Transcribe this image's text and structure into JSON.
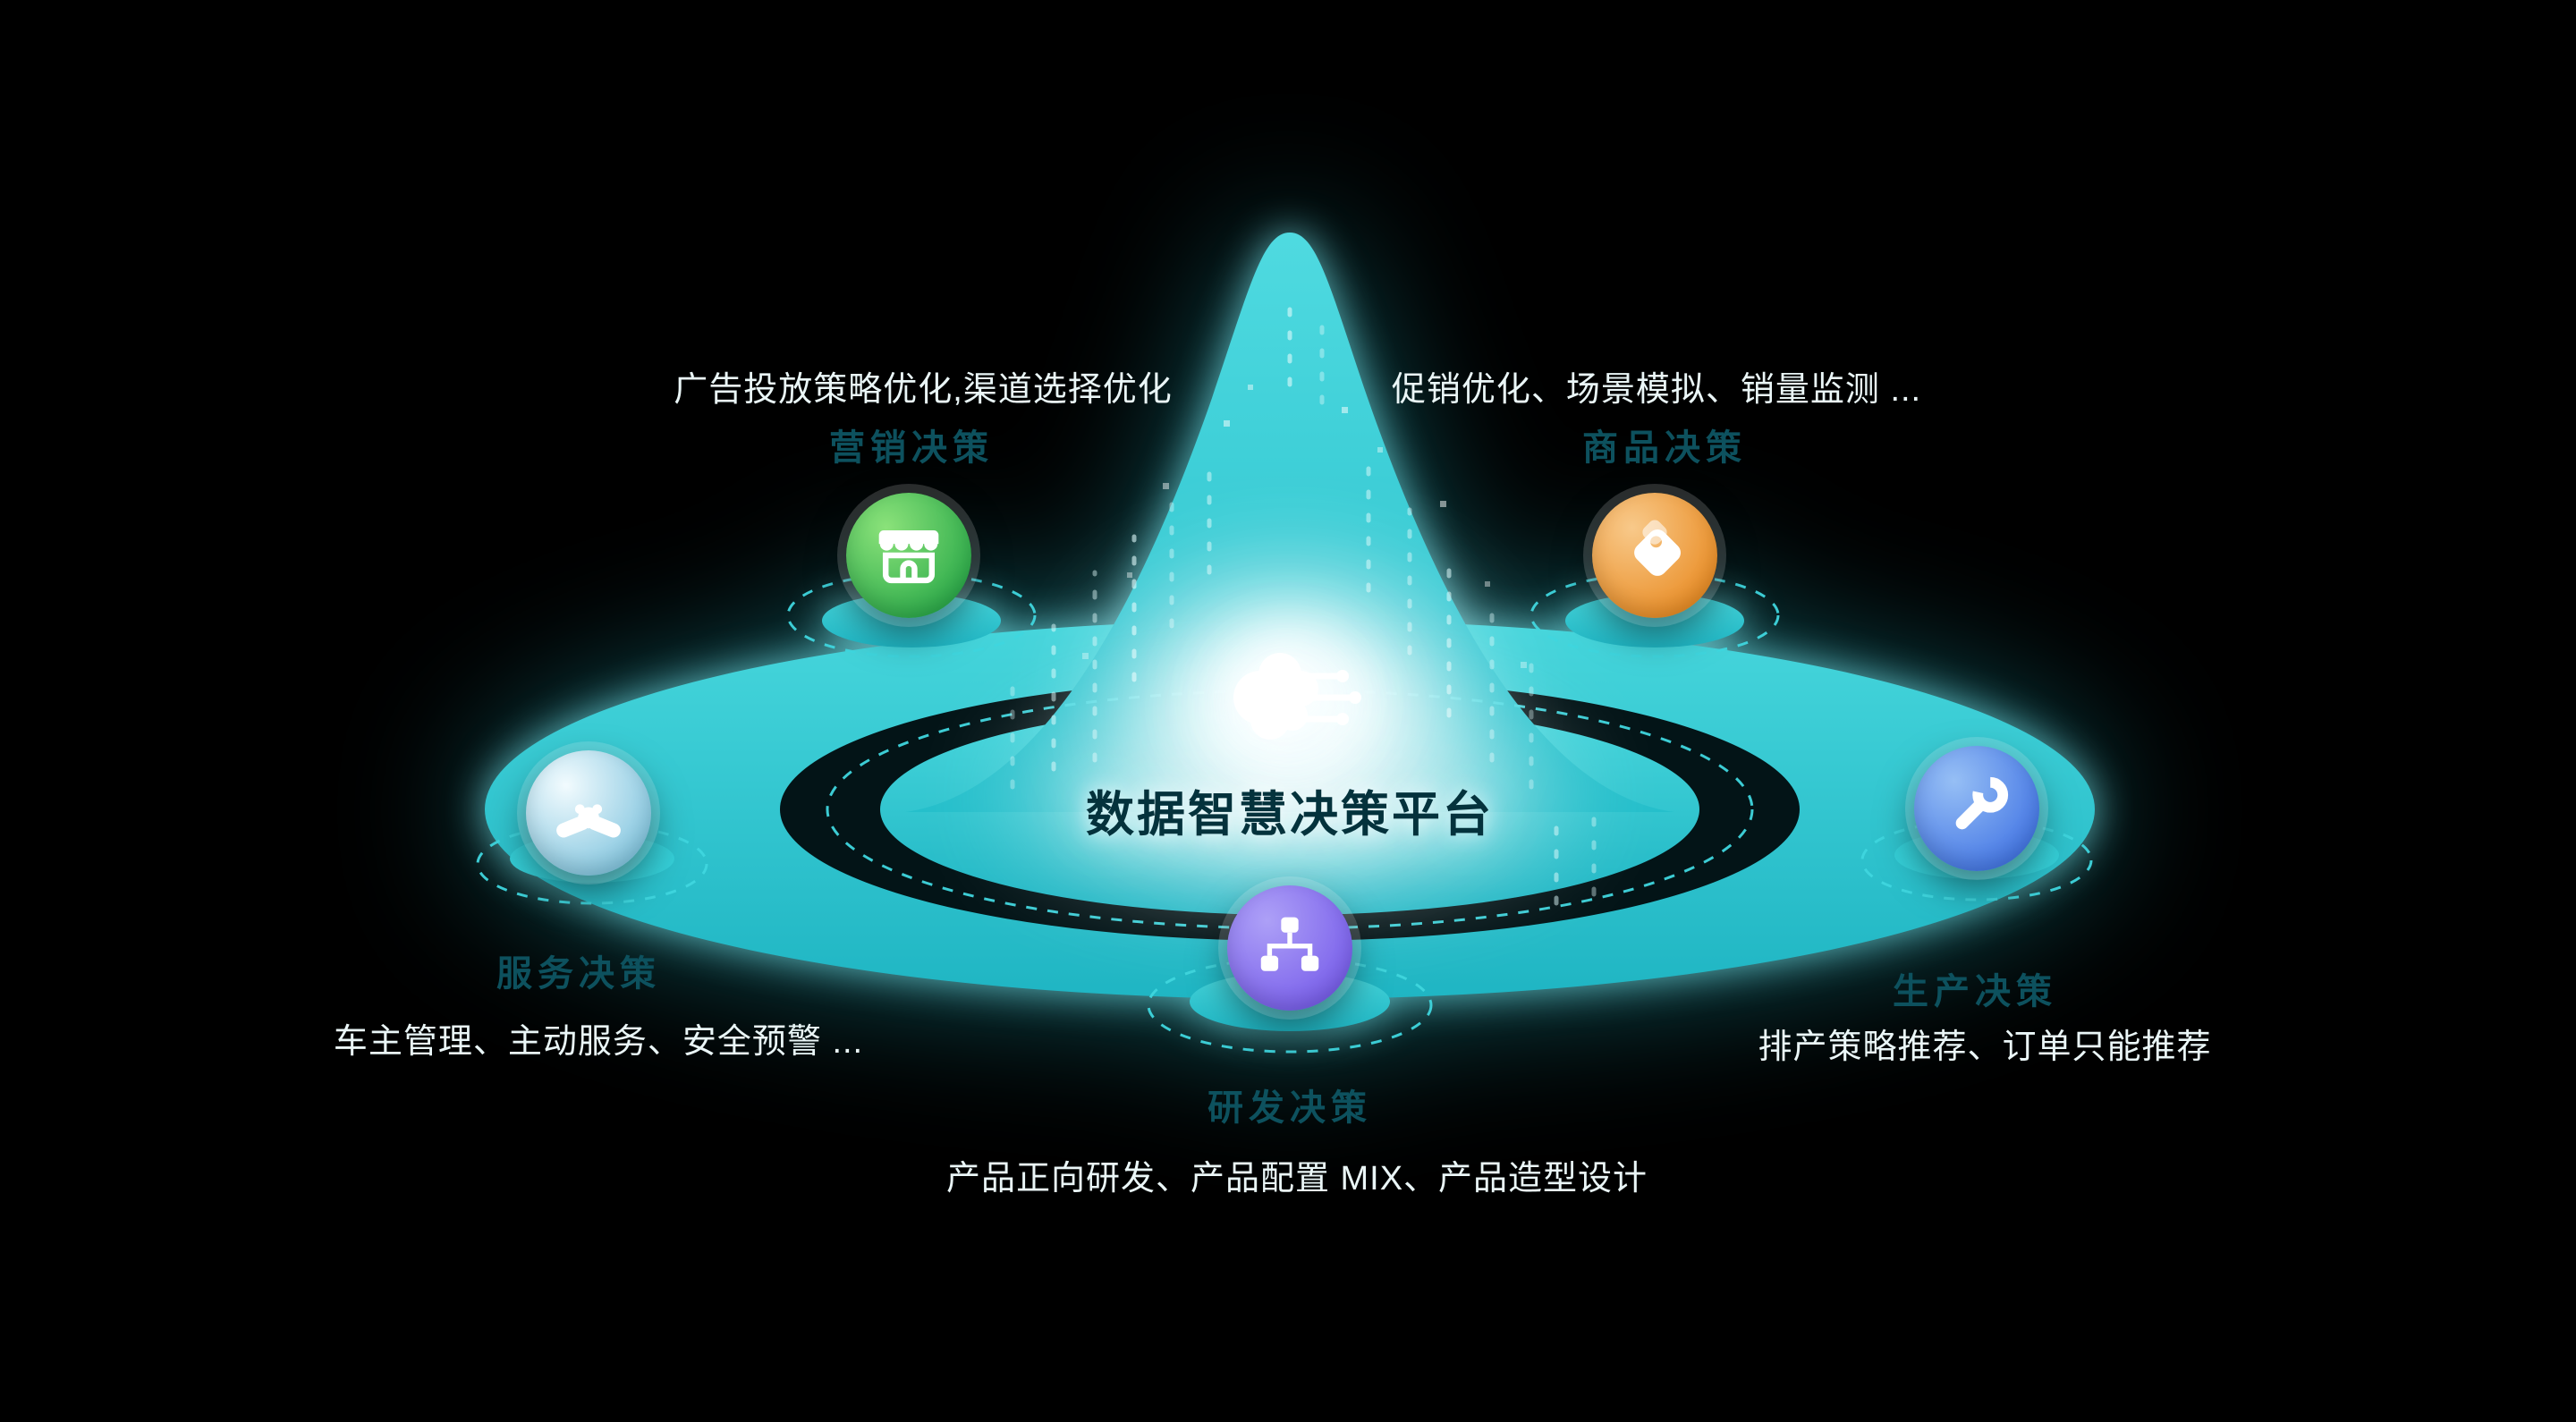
{
  "diagram": {
    "title": "数据智慧决策平台",
    "center_icon": "brain-circuit-icon",
    "background_color": "#000000",
    "platform_color": "#2CC5CF",
    "dashed_line_color": "#3FD6DE",
    "bright_text_color": "#EAF6F7",
    "dim_label_color": "#0D515E",
    "title_color": "#04323C"
  },
  "nodes": [
    {
      "id": "marketing",
      "label": "营销决策",
      "desc": "广告投放策略优化,渠道选择优化",
      "icon": "storefront-icon",
      "color_from": "#8BE27A",
      "color_to": "#2EAC4B"
    },
    {
      "id": "commodity",
      "label": "商品决策",
      "desc": "促销优化、场景模拟、销量监测 ...",
      "icon": "price-tag-icon",
      "color_from": "#F8C98A",
      "color_to": "#EA8E27"
    },
    {
      "id": "service",
      "label": "服务决策",
      "desc": "车主管理、主动服务、安全预警 ...",
      "icon": "handshake-icon",
      "color_from": "#F2FBFE",
      "color_to": "#86C7E0"
    },
    {
      "id": "production",
      "label": "生产决策",
      "desc": "排产策略推荐、订单只能推荐",
      "icon": "wrench-icon",
      "color_from": "#96BFF5",
      "color_to": "#4678E5"
    },
    {
      "id": "rnd",
      "label": "研发决策",
      "desc": "产品正向研发、产品配置 MIX、产品造型设计",
      "icon": "org-chart-icon",
      "color_from": "#ADA0F7",
      "color_to": "#7A60EB"
    }
  ]
}
